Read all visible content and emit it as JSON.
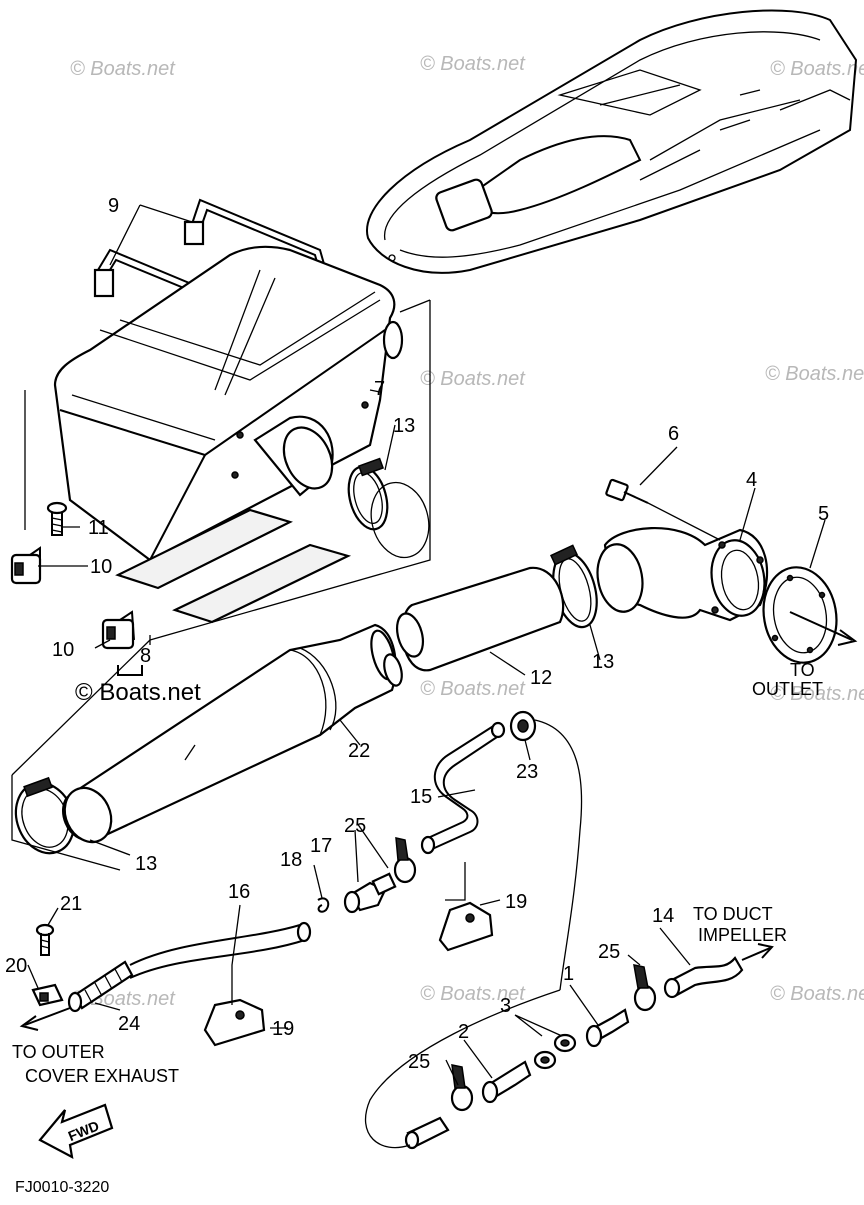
{
  "callouts": {
    "n1": "1",
    "n2": "2",
    "n3": "3",
    "n4": "4",
    "n5": "5",
    "n6": "6",
    "n7": "7",
    "n8": "8",
    "n9": "9",
    "n10": "10",
    "n11": "11",
    "n12": "12",
    "n13": "13",
    "n14": "14",
    "n15": "15",
    "n16": "16",
    "n17": "17",
    "n18": "18",
    "n19": "19",
    "n20": "20",
    "n21": "21",
    "n22": "22",
    "n23": "23",
    "n24": "24",
    "n25": "25"
  },
  "notes": {
    "to_outlet_line1": "TO",
    "to_outlet_line2": "OUTLET",
    "to_duct_line1": "TO DUCT",
    "to_duct_line2": "IMPELLER",
    "to_outer_line1": "TO OUTER",
    "to_outer_line2": "COVER EXHAUST",
    "fwd": "FWD"
  },
  "diagram_code": "FJ0010-3220",
  "watermark": "© Boats.net"
}
